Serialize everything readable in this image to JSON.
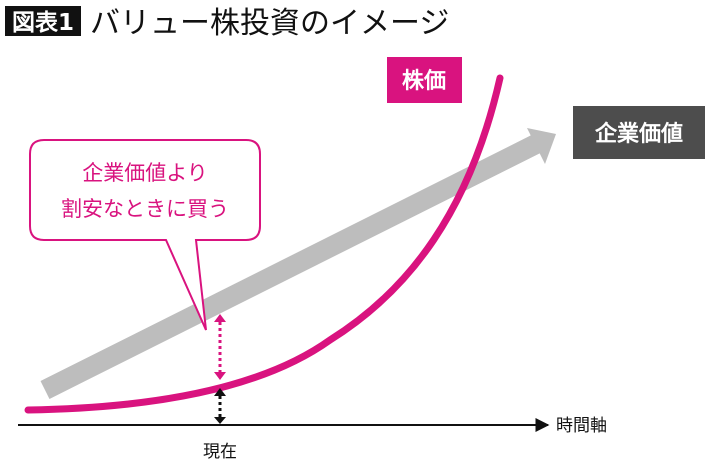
{
  "title": {
    "badge": "図表1",
    "text": "バリュー株投資のイメージ"
  },
  "labels": {
    "stock_price": "株価",
    "corporate_value": "企業価値",
    "bubble_line1": "企業価値より",
    "bubble_line2": "割安なときに買う",
    "time_axis": "時間軸",
    "now": "現在"
  },
  "colors": {
    "accent": "#d9137f",
    "gray_arrow": "#bdbdbd",
    "dark_label": "#4d4d4d"
  }
}
